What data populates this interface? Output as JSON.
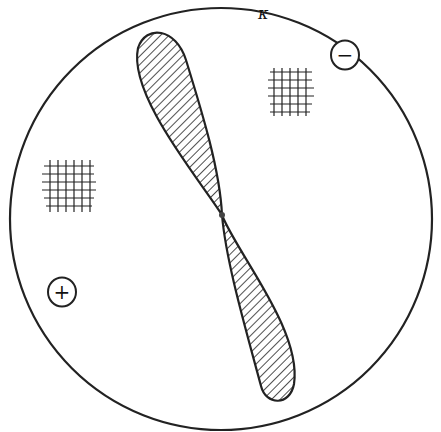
{
  "diagram": {
    "nodes": [
      {
        "text": [
          "−"
        ]
      },
      {
        "text": [
          "+"
        ]
      }
    ],
    "labels": [
      "κ"
    ]
  }
}
